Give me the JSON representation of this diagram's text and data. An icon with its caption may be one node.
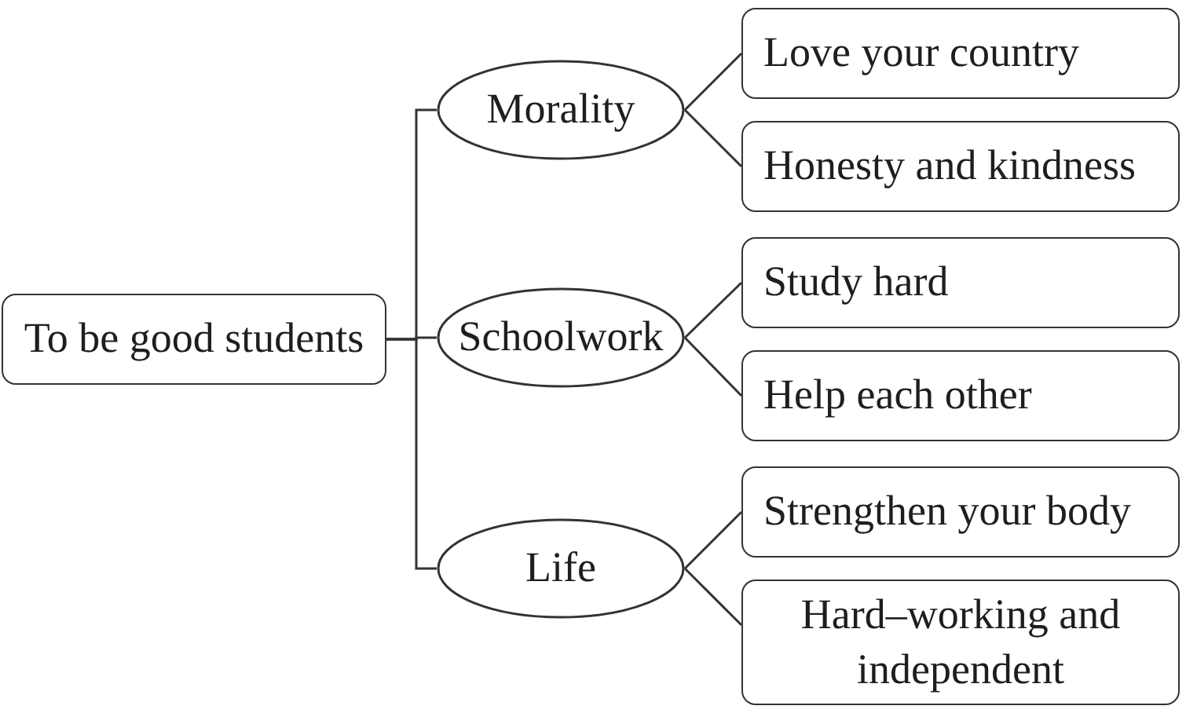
{
  "diagram": {
    "nodes": [
      {
        "text": [
          "To be good students"
        ]
      },
      {
        "text": [
          "Morality"
        ]
      },
      {
        "text": [
          "Love your country"
        ]
      },
      {
        "text": [
          "Honesty and kindness"
        ]
      },
      {
        "text": [
          "Schoolwork"
        ]
      },
      {
        "text": [
          "Study hard"
        ]
      },
      {
        "text": [
          "Help each other"
        ]
      },
      {
        "text": [
          "Life"
        ]
      },
      {
        "text": [
          "Strengthen your body"
        ]
      },
      {
        "text": [
          "Hard–working and independent"
        ]
      }
    ],
    "edges": [
      {
        "from": 0,
        "to": 1,
        "arrow": "none"
      },
      {
        "from": 0,
        "to": 4,
        "arrow": "none"
      },
      {
        "from": 0,
        "to": 7,
        "arrow": "none"
      },
      {
        "from": 1,
        "to": 2,
        "arrow": "none"
      },
      {
        "from": 1,
        "to": 3,
        "arrow": "none"
      },
      {
        "from": 4,
        "to": 5,
        "arrow": "none"
      },
      {
        "from": 4,
        "to": 6,
        "arrow": "none"
      },
      {
        "from": 7,
        "to": 8,
        "arrow": "none"
      },
      {
        "from": 7,
        "to": 9,
        "arrow": "none"
      }
    ]
  }
}
